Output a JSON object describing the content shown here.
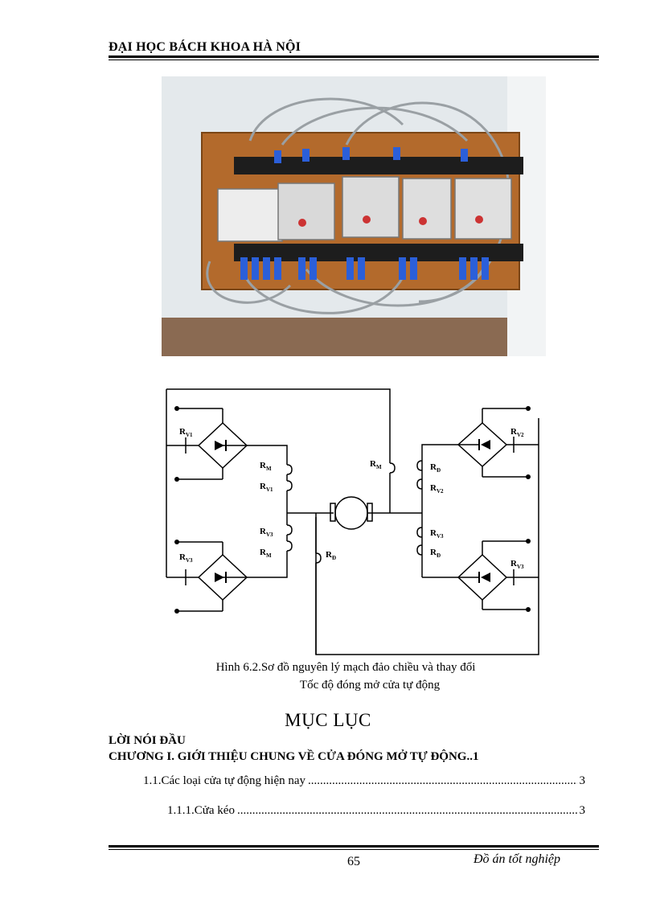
{
  "header": {
    "title": "ĐẠI HỌC BÁCH KHOA HÀ NỘI"
  },
  "figure": {
    "caption_line1": "Hình 6.2.Sơ đồ nguyên lý mạch đảo chiều và thay đổi",
    "caption_line2": "Tốc độ đóng mở cửa tự động"
  },
  "schematic_labels": {
    "rv1": "R",
    "rv1_sub": "V1",
    "rv2": "R",
    "rv2_sub": "V2",
    "rv3_left": "R",
    "rv3_left_sub": "V3",
    "rv3_right": "R",
    "rv3_right_sub": "V3",
    "rm_top_center": "R",
    "rm_top_center_sub": "M",
    "rm_left_1": "R",
    "rm_left_1_sub": "M",
    "rv1_left_2": "R",
    "rv1_left_2_sub": "V1",
    "rv3_left_2": "R",
    "rv3_left_2_sub": "V3",
    "rm_left_2": "R",
    "rm_left_2_sub": "M",
    "rd_center": "R",
    "rd_center_sub": "Đ",
    "rd_right_1": "R",
    "rd_right_1_sub": "Đ",
    "rv2_right_2": "R",
    "rv2_right_2_sub": "V2",
    "rv3_right_2": "R",
    "rv3_right_2_sub": "V3",
    "rd_right_2": "R",
    "rd_right_2_sub": "Đ"
  },
  "toc": {
    "heading": "MỤC LỤC",
    "entries": [
      {
        "text": "LỜI NÓI ĐẦU",
        "page": ""
      },
      {
        "text": "CHƯƠNG I. GIỚI THIỆU CHUNG VỀ CỬA ĐÓNG MỞ TỰ ĐỘNG",
        "page": "..1"
      },
      {
        "text": "1.1.Các loại  cửa tự động hiện nay",
        "page": "3"
      },
      {
        "text": "1.1.1.Cửa kéo",
        "page": "3"
      }
    ]
  },
  "footer": {
    "page_number": "65",
    "right_text": "Đồ án tốt nghiệp"
  }
}
